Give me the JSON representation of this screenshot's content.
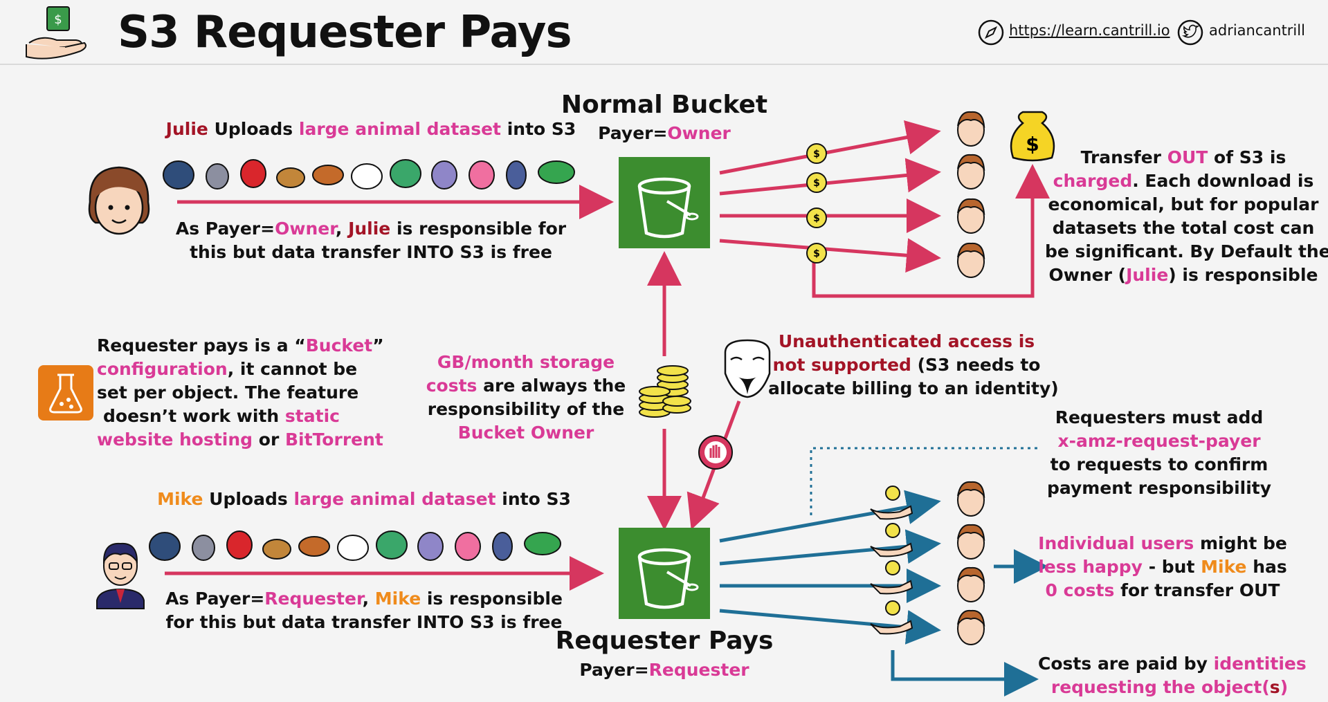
{
  "header": {
    "title": "S3 Requester Pays",
    "site_url": "https://learn.cantrill.io",
    "twitter_handle": "adriancantrill"
  },
  "normal_bucket": {
    "heading": "Normal Bucket",
    "payer_label": "Payer=",
    "payer_value": "Owner",
    "upload": {
      "name": "Julie",
      "verb": " Uploads ",
      "object": "large animal dataset",
      "suffix": " into S3"
    },
    "note": {
      "p1": "As Payer=",
      "p2": "Owner",
      "p3": ", ",
      "p4": "Julie",
      "p5": " is responsible for",
      "line2": "this but data transfer INTO S3 is free"
    },
    "transfer_note": {
      "l1a": "Transfer ",
      "l1b": "OUT",
      "l1c": " of S3 is",
      "l2a": "charged",
      "l2b": ". Each download is",
      "l3": "economical, but for popular",
      "l4": "datasets the total cost can",
      "l5": "be significant. By Default the",
      "l6a": "Owner (",
      "l6b": "Julie",
      "l6c": ") is responsible"
    }
  },
  "config_note": {
    "l1a": "Requester pays is a “",
    "l1b": "Bucket",
    "l1c": "”",
    "l2a": "configuration",
    "l2b": ", it cannot be",
    "l3": "set per object. The feature",
    "l4a": "doesn’t work with ",
    "l4b": "static",
    "l5a": "website hosting",
    "l5b": " or ",
    "l5c": "BitTorrent"
  },
  "storage_note": {
    "l1": "GB/month storage",
    "l2a": "costs",
    "l2b": " are always the",
    "l3": "responsibility of the",
    "l4": "Bucket Owner"
  },
  "unauth_note": {
    "l1": "Unauthenticated access is",
    "l2a": "not supported",
    "l2b": " (S3 needs to",
    "l3": "allocate billing to an identity)"
  },
  "header_note": {
    "l1": "Requesters must add",
    "l2": "x-amz-request-payer",
    "l3": "to requests to confirm",
    "l4": "payment responsibility"
  },
  "users_note": {
    "l1a": "Individual users",
    "l1b": " might be",
    "l2a": "less happy",
    "l2b": " - but ",
    "l2c": "Mike",
    "l2d": " has",
    "l3a": "0 costs",
    "l3b": " for transfer OUT"
  },
  "costs_note": {
    "l1a": "Costs are paid by ",
    "l1b": "identities",
    "l2a": "requesting the object(",
    "l2b": "s",
    "l2c": ")"
  },
  "requester_bucket": {
    "heading": "Requester Pays",
    "payer_label": "Payer=",
    "payer_value": "Requester",
    "upload": {
      "name": "Mike",
      "verb": " Uploads ",
      "object": "large animal dataset",
      "suffix": " into S3"
    },
    "note": {
      "p1": "As Payer=",
      "p2": "Requester",
      "p3": ", ",
      "p4": "Mike",
      "p5": " is responsible",
      "line2": "for this but data transfer INTO S3 is free"
    }
  },
  "icons": {
    "header": "hand-holding-cash-icon",
    "compass": "compass-icon",
    "twitter": "twitter-bird-icon",
    "bucket": "s3-bucket-icon",
    "config": "flask-config-icon",
    "money_bag_symbol": "$",
    "coin_symbol": "$"
  },
  "colors": {
    "pink": "#d93a96",
    "red": "#a31426",
    "orange": "#ef8b1c",
    "arrow_red": "#d6365f",
    "arrow_blue": "#1f6f96",
    "s3_green": "#3c8d2f"
  }
}
